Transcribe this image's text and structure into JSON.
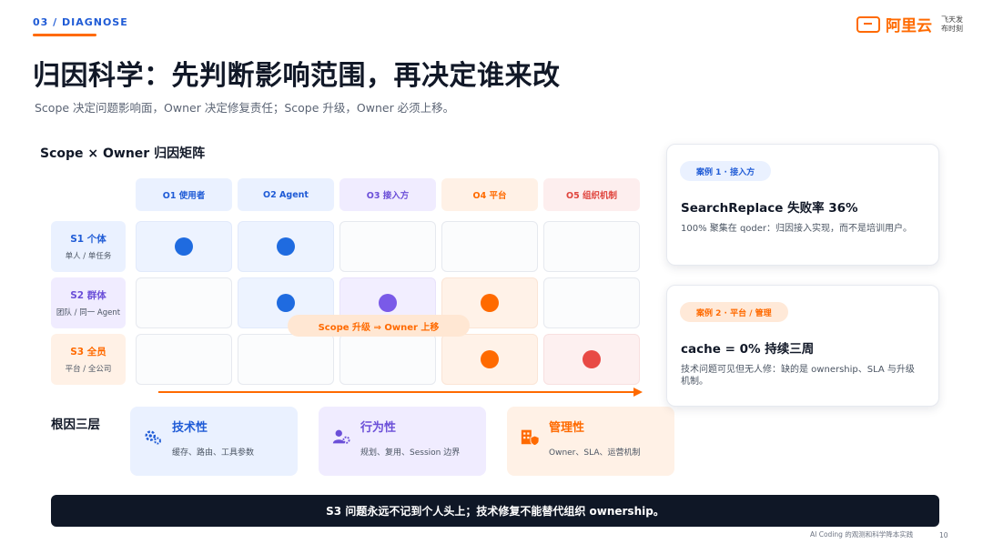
{
  "header": {
    "section_tag": "03 / DIAGNOSE",
    "logo_text": "阿里云",
    "logo_sub": "飞天发布时刻",
    "title": "归因科学：先判断影响范围，再决定谁来改",
    "subtitle": "Scope 决定问题影响面，Owner 决定修复责任；Scope 升级，Owner 必须上移。"
  },
  "matrix": {
    "title": "Scope × Owner 归因矩阵",
    "columns": [
      "O1 使用者",
      "O2 Agent",
      "O3 接入方",
      "O4 平台",
      "O5 组织机制"
    ],
    "rows": [
      {
        "title": "S1 个体",
        "sub": "单人 / 单任务"
      },
      {
        "title": "S2 群体",
        "sub": "团队 / 同一 Agent"
      },
      {
        "title": "S3 全员",
        "sub": "平台 / 全公司"
      }
    ],
    "cells": [
      [
        "blue",
        "blue",
        "",
        "",
        ""
      ],
      [
        "",
        "blue",
        "purple",
        "orange",
        ""
      ],
      [
        "",
        "",
        "",
        "orange",
        "red"
      ]
    ],
    "scope_pill": "Scope 升级 ⇒ Owner 上移"
  },
  "root_causes": {
    "label": "根因三层",
    "items": [
      {
        "title": "技术性",
        "desc": "缓存、路由、工具参数",
        "icon": "gears-icon"
      },
      {
        "title": "行为性",
        "desc": "规划、复用、Session 边界",
        "icon": "users-gear-icon"
      },
      {
        "title": "管理性",
        "desc": "Owner、SLA、运营机制",
        "icon": "building-shield-icon"
      }
    ]
  },
  "cases": [
    {
      "badge": "案例 1 · 接入方",
      "title": "SearchReplace 失败率 36%",
      "desc": "100% 聚集在 qoder：归因接入实现，而不是培训用户。"
    },
    {
      "badge": "案例 2 · 平台 / 管理",
      "title": "cache = 0% 持续三周",
      "desc": "技术问题可见但无人修：缺的是 ownership、SLA 与升级机制。"
    }
  ],
  "banner": "S3 问题永远不记到个人头上；技术修复不能替代组织 ownership。",
  "footer": {
    "text": "AI Coding 的观测和科学降本实践",
    "page": "10"
  },
  "colors": {
    "blue": "#1f6be0",
    "purple": "#7a5ae8",
    "orange": "#ff6a00",
    "red": "#e84a45",
    "banner_bg": "#0f1726"
  }
}
